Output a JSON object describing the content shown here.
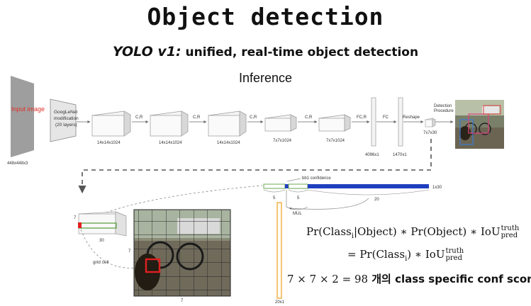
{
  "header": {
    "title": "Object detection",
    "subtitle_emphasis": "YOLO v1:",
    "subtitle_rest": " unified, real-time object detection",
    "section_label": "Inference"
  },
  "pipeline": {
    "input_label": "Input image",
    "input_size": "448x448x3",
    "googlenet_label": [
      "GoogLeNet",
      "modification",
      "(20 layers)"
    ],
    "blocks": [
      {
        "size": "14x14x1024"
      },
      {
        "size": "14x14x1024"
      },
      {
        "size": "14x14x1024"
      },
      {
        "size": "7x7x1024"
      },
      {
        "size": "7x7x1024"
      }
    ],
    "arrow_labels": [
      "C,R",
      "C,R",
      "C,R",
      "C,R",
      "FC,R",
      "FC",
      "Reshape"
    ],
    "fc1_size": "4096x1",
    "fc2_size": "1470x1",
    "output_size": "7x7x30",
    "detection_label": [
      "Detection",
      "Procedure"
    ]
  },
  "detail": {
    "grid_cell_label": "grid cell",
    "cube_depth": "30",
    "cube_dim": "7",
    "grid_dim_left": "7",
    "grid_dim_bottom": "7",
    "vector_size": "1x30",
    "bbox_confidence": "bb1 confidence",
    "seg_label_a": "5",
    "seg_label_b": "5",
    "seg_label_c": "20",
    "mul_label": "MUL",
    "column_size": "20x1"
  },
  "formula": {
    "line3_eq": "7 × 7 × 2 = 98",
    "line3_kr": " 개의 class specific conf score"
  },
  "colors": {
    "vector_green": "#6aa84f",
    "vector_blue": "#1f3fbf",
    "column_orange": "#f0a020",
    "cell_red": "#e02020",
    "dashed": "#555555"
  }
}
